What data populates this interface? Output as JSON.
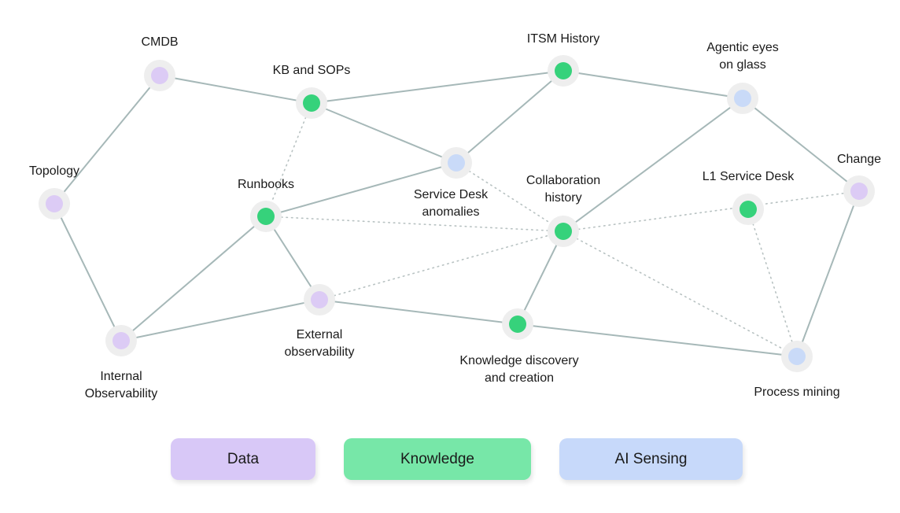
{
  "colors": {
    "data": "#dccbf5",
    "knowledge": "#36d27b",
    "ai_sensing": "#c9daf8",
    "legend_data": "#d8c8f7",
    "legend_knowledge": "#77e7a8",
    "legend_ai_sensing": "#c7d9fa"
  },
  "legend": {
    "data": "Data",
    "knowledge": "Knowledge",
    "ai_sensing": "AI Sensing"
  },
  "nodes": [
    {
      "id": "cmdb",
      "lines": [
        "CMDB"
      ],
      "category": "data"
    },
    {
      "id": "topology",
      "lines": [
        "Topology"
      ],
      "category": "data"
    },
    {
      "id": "internal-observability",
      "lines": [
        "Internal",
        "Observability"
      ],
      "category": "data"
    },
    {
      "id": "kb-sops",
      "lines": [
        "KB and SOPs"
      ],
      "category": "knowledge"
    },
    {
      "id": "runbooks",
      "lines": [
        "Runbooks"
      ],
      "category": "knowledge"
    },
    {
      "id": "external-observability",
      "lines": [
        "External",
        "observability"
      ],
      "category": "data"
    },
    {
      "id": "service-desk-anomalies",
      "lines": [
        "Service Desk",
        "anomalies"
      ],
      "category": "ai_sensing"
    },
    {
      "id": "itsm-history",
      "lines": [
        "ITSM History"
      ],
      "category": "knowledge"
    },
    {
      "id": "collaboration-history",
      "lines": [
        "Collaboration",
        "history"
      ],
      "category": "knowledge"
    },
    {
      "id": "knowledge-discovery",
      "lines": [
        "Knowledge discovery",
        "and creation"
      ],
      "category": "knowledge"
    },
    {
      "id": "agentic-eyes",
      "lines": [
        "Agentic eyes",
        "on glass"
      ],
      "category": "ai_sensing"
    },
    {
      "id": "l1-service-desk",
      "lines": [
        "L1 Service Desk"
      ],
      "category": "knowledge"
    },
    {
      "id": "change",
      "lines": [
        "Change"
      ],
      "category": "data"
    },
    {
      "id": "process-mining",
      "lines": [
        "Process mining"
      ],
      "category": "ai_sensing"
    }
  ],
  "edges": [
    {
      "from": "cmdb",
      "to": "topology",
      "style": "solid"
    },
    {
      "from": "cmdb",
      "to": "kb-sops",
      "style": "solid"
    },
    {
      "from": "topology",
      "to": "internal-observability",
      "style": "solid"
    },
    {
      "from": "internal-observability",
      "to": "runbooks",
      "style": "solid"
    },
    {
      "from": "internal-observability",
      "to": "external-observability",
      "style": "solid"
    },
    {
      "from": "kb-sops",
      "to": "itsm-history",
      "style": "solid"
    },
    {
      "from": "kb-sops",
      "to": "service-desk-anomalies",
      "style": "solid"
    },
    {
      "from": "kb-sops",
      "to": "runbooks",
      "style": "dotted"
    },
    {
      "from": "runbooks",
      "to": "service-desk-anomalies",
      "style": "solid"
    },
    {
      "from": "runbooks",
      "to": "external-observability",
      "style": "solid"
    },
    {
      "from": "runbooks",
      "to": "collaboration-history",
      "style": "dotted"
    },
    {
      "from": "service-desk-anomalies",
      "to": "itsm-history",
      "style": "solid"
    },
    {
      "from": "service-desk-anomalies",
      "to": "collaboration-history",
      "style": "dotted"
    },
    {
      "from": "itsm-history",
      "to": "agentic-eyes",
      "style": "solid"
    },
    {
      "from": "agentic-eyes",
      "to": "collaboration-history",
      "style": "solid"
    },
    {
      "from": "agentic-eyes",
      "to": "change",
      "style": "solid"
    },
    {
      "from": "external-observability",
      "to": "collaboration-history",
      "style": "dotted"
    },
    {
      "from": "external-observability",
      "to": "knowledge-discovery",
      "style": "solid"
    },
    {
      "from": "knowledge-discovery",
      "to": "collaboration-history",
      "style": "solid"
    },
    {
      "from": "knowledge-discovery",
      "to": "process-mining",
      "style": "solid"
    },
    {
      "from": "collaboration-history",
      "to": "change",
      "style": "dotted"
    },
    {
      "from": "collaboration-history",
      "to": "process-mining",
      "style": "dotted"
    },
    {
      "from": "l1-service-desk",
      "to": "process-mining",
      "style": "dotted"
    },
    {
      "from": "change",
      "to": "process-mining",
      "style": "solid"
    }
  ]
}
